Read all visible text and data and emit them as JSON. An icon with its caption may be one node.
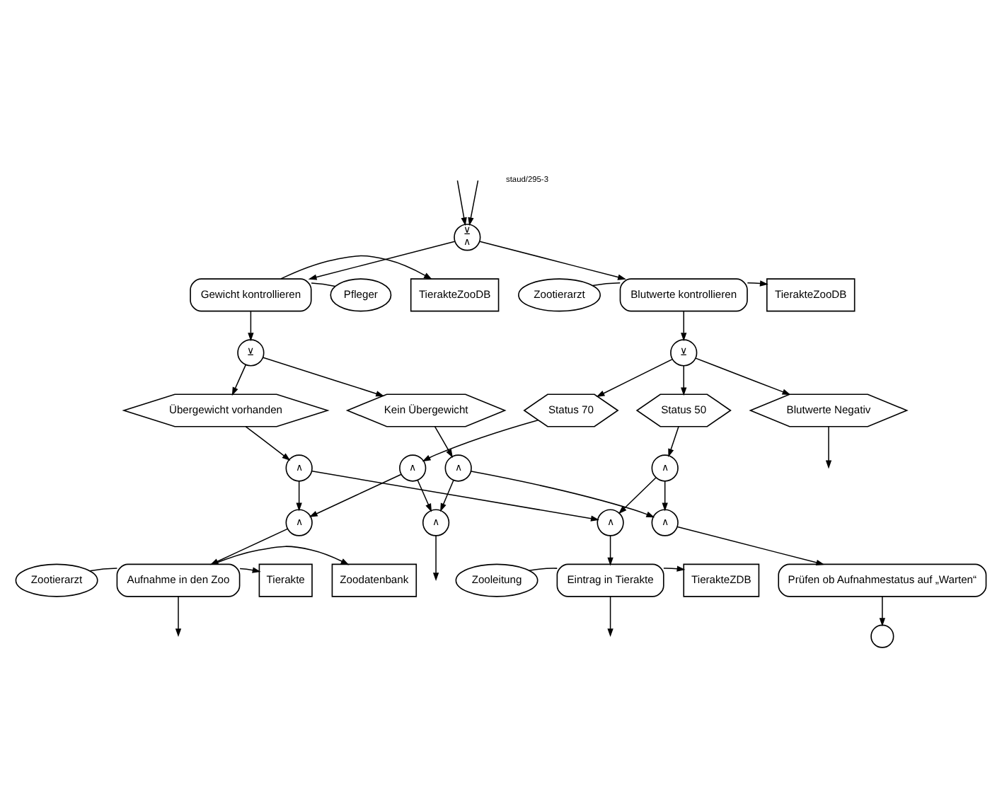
{
  "diagram": {
    "nodes": [
      {
        "text": [
          "⊻",
          "∧"
        ]
      },
      {
        "text": [
          "Gewicht kontrollieren"
        ]
      },
      {
        "text": [
          "Pfleger"
        ]
      },
      {
        "text": [
          "TierakteZooDB"
        ]
      },
      {
        "text": [
          "Blutwerte kontrollieren"
        ]
      },
      {
        "text": [
          "Zootierarzt"
        ]
      },
      {
        "text": [
          "TierakteZooDB"
        ]
      },
      {
        "text": [
          "⊻"
        ]
      },
      {
        "text": [
          "⊻"
        ]
      },
      {
        "text": [
          "Übergewicht vorhanden"
        ]
      },
      {
        "text": [
          "Kein Übergewicht"
        ]
      },
      {
        "text": [
          "Status 70"
        ]
      },
      {
        "text": [
          "Status 50"
        ]
      },
      {
        "text": [
          "Blutwerte Negativ"
        ]
      },
      {
        "text": [
          "∧"
        ]
      },
      {
        "text": [
          "∧"
        ]
      },
      {
        "text": [
          "∧"
        ]
      },
      {
        "text": [
          "∧"
        ]
      },
      {
        "text": [
          "∧"
        ]
      },
      {
        "text": [
          "∧"
        ]
      },
      {
        "text": [
          "∧"
        ]
      },
      {
        "text": [
          "∧"
        ]
      },
      {
        "text": [
          "Tierakte"
        ]
      },
      {
        "text": [
          "Aufnahme in den Zoo"
        ]
      },
      {
        "text": [
          "Zootierarzt"
        ]
      },
      {
        "text": [
          "Zoodatenbank"
        ]
      },
      {
        "text": [
          "Zooleitung"
        ]
      },
      {
        "text": [
          "Eintrag in Tierakte"
        ]
      },
      {
        "text": [
          "TierakteZDB"
        ]
      },
      {
        "text": [
          "Prüfen ob Aufnahmestatus auf „Warten“"
        ]
      },
      {
        "text": [],
        "shape": "circle"
      }
    ],
    "edges": [
      {
        "from": null,
        "to": 0,
        "arrow": "to"
      },
      {
        "from": null,
        "to": 0,
        "arrow": "to"
      },
      {
        "from": 0,
        "to": 1,
        "arrow": "to"
      },
      {
        "from": 0,
        "to": 4,
        "arrow": "to"
      },
      {
        "from": 1,
        "to": 2,
        "arrow": "none"
      },
      {
        "from": 1,
        "to": 3,
        "arrow": "to"
      },
      {
        "from": 4,
        "to": 5,
        "arrow": "none"
      },
      {
        "from": 4,
        "to": 6,
        "arrow": "to"
      },
      {
        "from": 1,
        "to": 7,
        "arrow": "to"
      },
      {
        "from": 4,
        "to": 8,
        "arrow": "to"
      },
      {
        "from": 7,
        "to": 9,
        "arrow": "to"
      },
      {
        "from": 7,
        "to": 10,
        "arrow": "to"
      },
      {
        "from": 8,
        "to": 11,
        "arrow": "to"
      },
      {
        "from": 8,
        "to": 12,
        "arrow": "to"
      },
      {
        "from": 8,
        "to": 13,
        "arrow": "to"
      },
      {
        "from": 13,
        "to": null,
        "arrow": "to"
      },
      {
        "from": 9,
        "to": 14,
        "arrow": "to"
      },
      {
        "from": 10,
        "to": 15,
        "arrow": "to"
      },
      {
        "from": 11,
        "to": 16,
        "arrow": "to"
      },
      {
        "from": 12,
        "to": 17,
        "arrow": "to"
      },
      {
        "from": 14,
        "to": 18,
        "arrow": "to"
      },
      {
        "from": 14,
        "to": 19,
        "arrow": "to"
      },
      {
        "from": 15,
        "to": 20,
        "arrow": "to"
      },
      {
        "from": 15,
        "to": 21,
        "arrow": "to"
      },
      {
        "from": 16,
        "to": 18,
        "arrow": "to"
      },
      {
        "from": 16,
        "to": 20,
        "arrow": "to"
      },
      {
        "from": 17,
        "to": 19,
        "arrow": "to"
      },
      {
        "from": 17,
        "to": 21,
        "arrow": "to"
      },
      {
        "from": 18,
        "to": 23,
        "arrow": "to"
      },
      {
        "from": 19,
        "to": 27,
        "arrow": "to"
      },
      {
        "from": 20,
        "to": null,
        "arrow": "to"
      },
      {
        "from": 21,
        "to": 29,
        "arrow": "to"
      },
      {
        "from": 23,
        "to": 22,
        "arrow": "to"
      },
      {
        "from": 24,
        "to": 23,
        "arrow": "none"
      },
      {
        "from": 23,
        "to": 25,
        "arrow": "to"
      },
      {
        "from": 23,
        "to": null,
        "arrow": "to"
      },
      {
        "from": 26,
        "to": 27,
        "arrow": "none"
      },
      {
        "from": 27,
        "to": 28,
        "arrow": "to"
      },
      {
        "from": 27,
        "to": null,
        "arrow": "to"
      },
      {
        "from": 29,
        "to": 30,
        "arrow": "to"
      }
    ],
    "labels": [
      "staud/295-3"
    ]
  }
}
